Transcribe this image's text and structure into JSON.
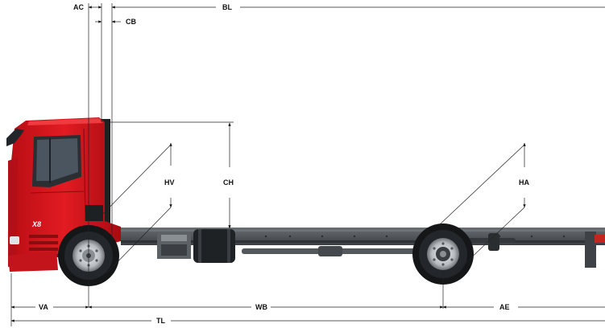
{
  "labels": {
    "ac": "AC",
    "bl": "BL",
    "cb": "CB",
    "hv": "HV",
    "ch": "CH",
    "ha": "HA",
    "va": "VA",
    "wb": "WB",
    "ae": "AE",
    "tl": "TL"
  },
  "vehicle": {
    "badge": "X8",
    "cab_color": "#d6141c",
    "chassis_color": "#4a4f54",
    "tire_color": "#1a1a1a",
    "rim_color": "#c9ccd0"
  }
}
